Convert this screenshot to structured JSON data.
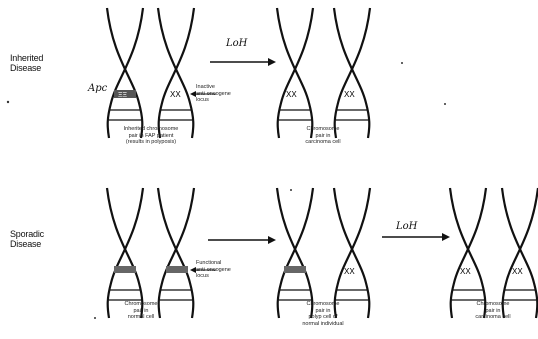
{
  "rows": [
    {
      "row_label": "Inherited\nDisease",
      "handwritten_left": "Apc",
      "arrow_label": "LoH",
      "captions": [
        "Inherited chromosome\npair in FAP patient\n(results in polyposis)",
        "Inactive\nanti-oncogene\nlocus",
        "Chromosome\npair in\ncarcinoma cell"
      ]
    },
    {
      "row_label": "Sporadic\nDisease",
      "arrow_label": "LoH",
      "captions": [
        "Chromosome\npair in\nnormal cell",
        "Functional\nanti-oncogene\nlocus",
        "Chromosome\npair in\npolyp cell of\nnormal individual",
        "Chromosome\npair in\ncarcinoma cell"
      ]
    }
  ]
}
